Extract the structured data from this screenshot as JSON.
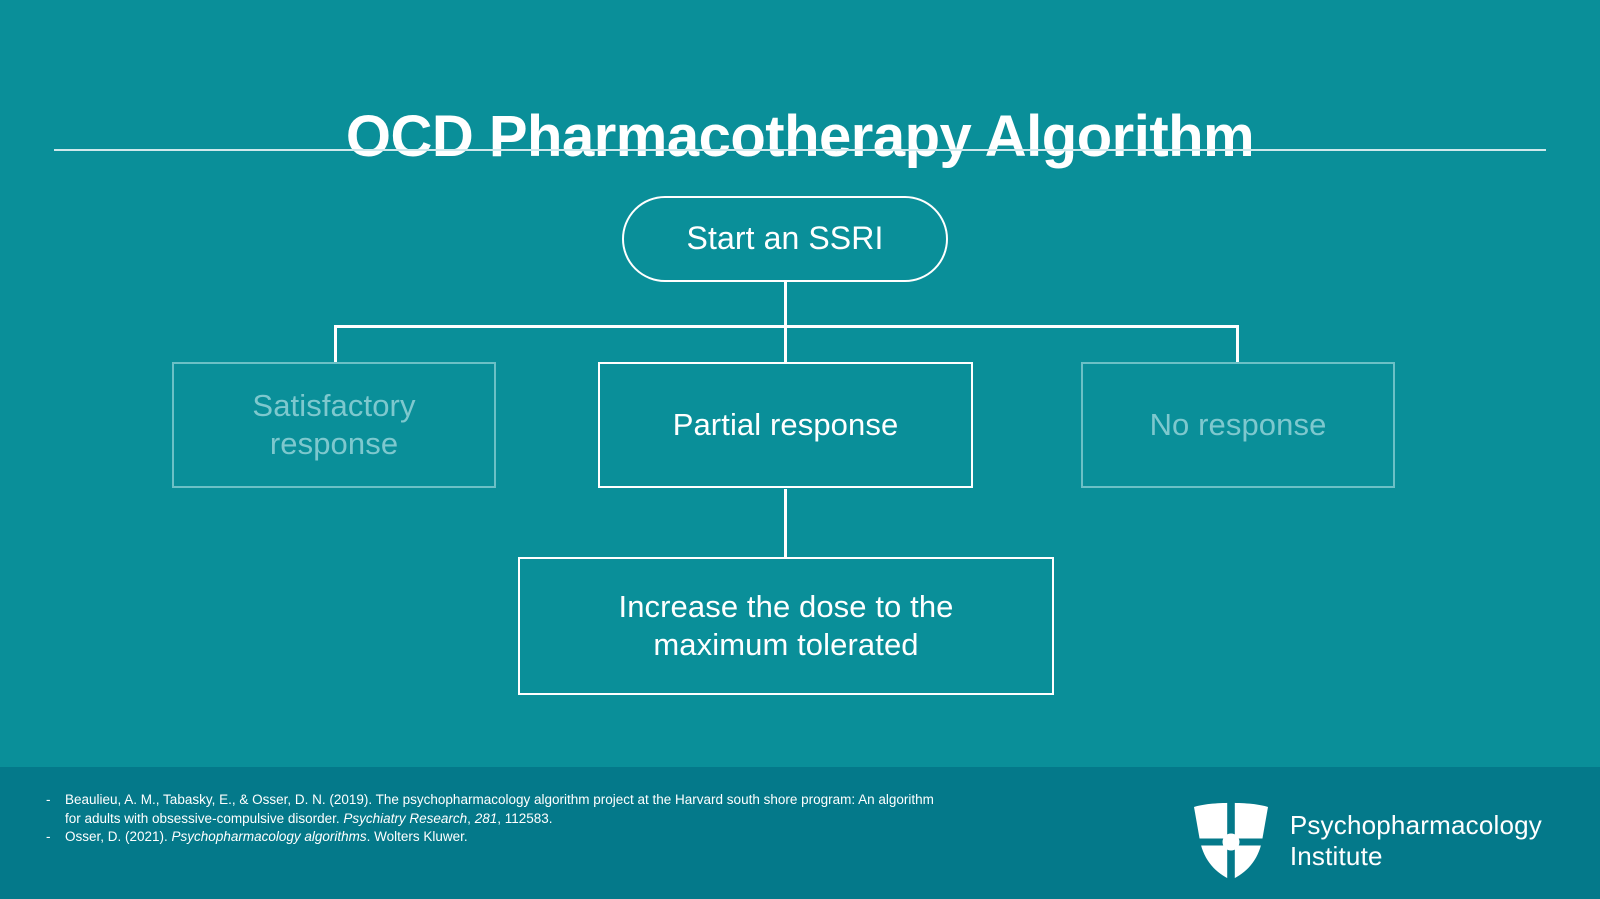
{
  "slide": {
    "title": "OCD Pharmacotherapy Algorithm",
    "background_color": "#0a8f99",
    "footer_color": "#04798a",
    "accent_color": "#ffffff",
    "dim_color": "#7ec8ce"
  },
  "flowchart": {
    "type": "decision-tree",
    "nodes": [
      {
        "id": "start",
        "label": "Start an SSRI",
        "shape": "pill",
        "state": "active"
      },
      {
        "id": "satisfactory",
        "label": "Satisfactory response",
        "shape": "rectangle",
        "state": "dimmed"
      },
      {
        "id": "partial",
        "label": "Partial response",
        "shape": "rectangle",
        "state": "active"
      },
      {
        "id": "no-response",
        "label": "No response",
        "shape": "rectangle",
        "state": "dimmed"
      },
      {
        "id": "increase",
        "label": "Increase the dose to the maximum tolerated",
        "shape": "rectangle",
        "state": "active"
      }
    ],
    "edges": [
      {
        "from": "start",
        "to": "satisfactory"
      },
      {
        "from": "start",
        "to": "partial"
      },
      {
        "from": "start",
        "to": "no-response"
      },
      {
        "from": "partial",
        "to": "increase"
      }
    ]
  },
  "footer": {
    "references": [
      {
        "bullet": "-",
        "parts": [
          {
            "text": "Beaulieu, A. M., Tabasky, E., & Osser, D. N. (2019). The psychopharmacology algorithm project at the Harvard south shore program: An algorithm for adults with obsessive-compulsive disorder. ",
            "italic": false
          },
          {
            "text": "Psychiatry Research",
            "italic": true
          },
          {
            "text": ", ",
            "italic": false
          },
          {
            "text": "281",
            "italic": true
          },
          {
            "text": ", 112583.",
            "italic": false
          }
        ]
      },
      {
        "bullet": "-",
        "parts": [
          {
            "text": "Osser, D. (2021). ",
            "italic": false
          },
          {
            "text": "Psychopharmacology algorithms",
            "italic": true
          },
          {
            "text": ". Wolters Kluwer.",
            "italic": false
          }
        ]
      }
    ],
    "brand": {
      "name": "Psychopharmacology\nInstitute",
      "logo": "shield-icon"
    }
  }
}
